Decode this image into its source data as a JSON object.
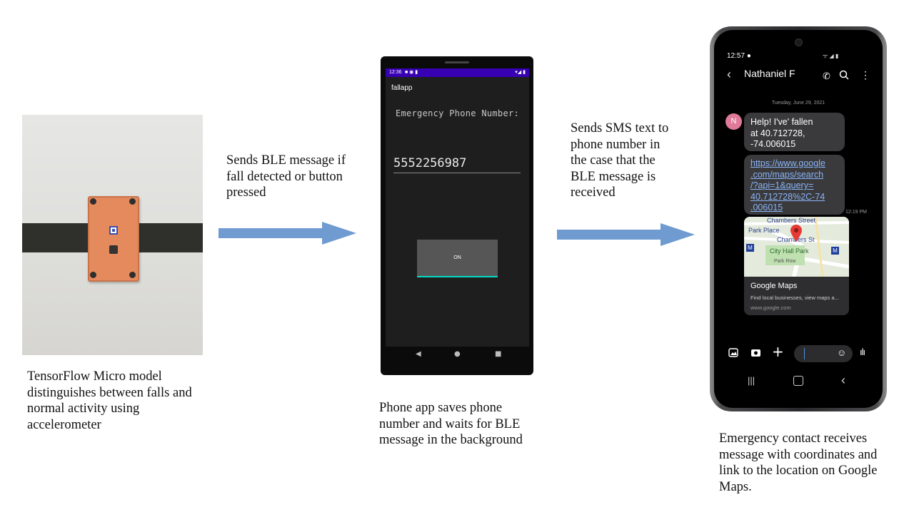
{
  "captions": {
    "device": [
      "TensorFlow Micro model",
      "distinguishes between falls and",
      "normal activity using",
      "accelerometer"
    ],
    "ble": [
      "Sends BLE message if",
      "fall detected or button",
      "pressed"
    ],
    "phone_app": [
      "Phone app saves phone",
      "number and waits for BLE",
      "message in the background"
    ],
    "sms": [
      "Sends SMS text to",
      "phone number in",
      "the case that the",
      "BLE message is",
      "received"
    ],
    "contact": [
      "Emergency contact receives",
      "message with coordinates and",
      "link to the location on Google",
      "Maps."
    ]
  },
  "colors": {
    "arrow": "#6f9bd1",
    "status_bar": "#3700b3",
    "accent": "#03dac5",
    "avatar": "#e07a9a",
    "link": "#8ab4f8"
  },
  "app_screen": {
    "time": "12:36",
    "title": "fallapp",
    "phone_label": "Emergency Phone Number:",
    "phone_value": "5552256987",
    "toggle_label": "ON"
  },
  "sms_screen": {
    "time": "12:57",
    "contact": "Nathaniel F",
    "avatar_letter": "N",
    "date": "Tuesday, June 29, 2021",
    "message_lines": [
      "Help! I've' fallen",
      "at 40.712728,",
      "-74.006015"
    ],
    "link_lines": [
      "https://www.google",
      ".com/maps/search",
      "/?api=1&query=",
      "40.712728%2C-74",
      ".006015"
    ],
    "message_time": "12:19 PM",
    "card_title": "Google Maps",
    "card_desc": "Find local businesses, view maps a...",
    "card_url": "www.google.com",
    "map_labels": {
      "street1": "Chambers Street",
      "place": "Park Place",
      "street2": "Chambers St",
      "park": "City Hall Park",
      "row": "Park Row"
    }
  }
}
